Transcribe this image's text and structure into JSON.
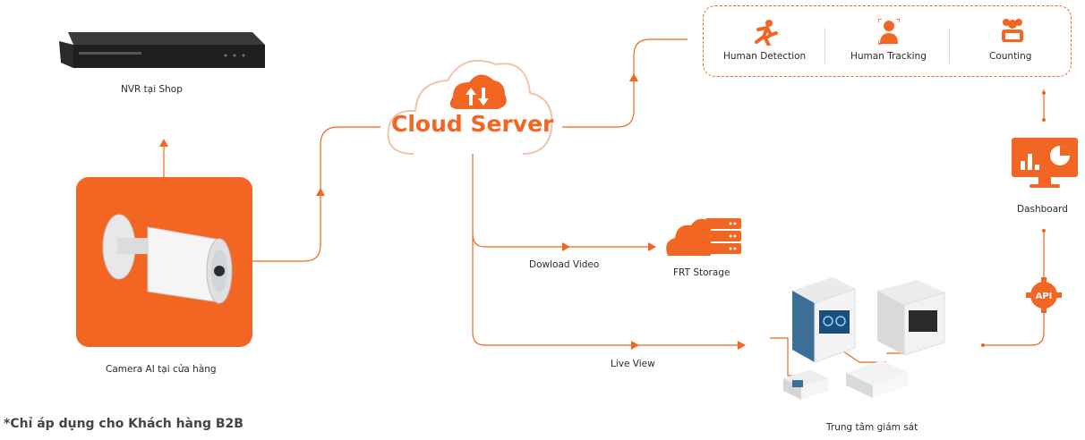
{
  "nodes": {
    "nvr": "NVR tại Shop",
    "camera": "Camera AI tại cửa hàng",
    "cloud": "Cloud Server",
    "download": "Dowload Video",
    "storage": "FRT Storage",
    "liveview": "Live View",
    "monitoring": "Trung tâm giám sát",
    "dashboard": "Dashboard",
    "api": "API"
  },
  "features": [
    {
      "label": "Human Detection",
      "icon": "running-person-icon"
    },
    {
      "label": "Human Tracking",
      "icon": "person-target-icon"
    },
    {
      "label": "Counting",
      "icon": "group-count-icon"
    }
  ],
  "footnote": "*Chỉ áp dụng cho Khách hàng B2B",
  "colors": {
    "accent": "#f26522",
    "text": "#2b2b2b"
  }
}
